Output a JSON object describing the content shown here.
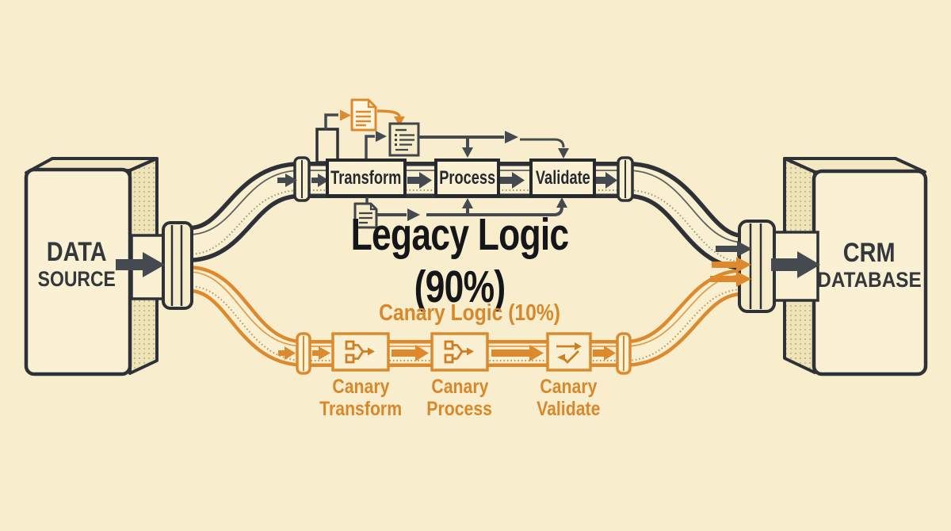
{
  "source_box": {
    "line1": "DATA",
    "line2": "SOURCE"
  },
  "target_box": {
    "line1": "CRM",
    "line2": "DATABASE"
  },
  "legacy_path": {
    "label": "Legacy Logic (90%)",
    "stages": [
      {
        "label": "Transform"
      },
      {
        "label": "Process"
      },
      {
        "label": "Validate"
      }
    ]
  },
  "canary_path": {
    "label": "Canary Logic (10%)",
    "stages": [
      {
        "line1": "Canary",
        "line2": "Transform"
      },
      {
        "line1": "Canary",
        "line2": "Process"
      },
      {
        "line1": "Canary",
        "line2": "Validate"
      }
    ]
  },
  "icons": {
    "documents": [
      "document-icon",
      "document-list-icon",
      "document-small-icon"
    ],
    "canary_stage_icons": [
      "branch-split-icon",
      "branch-split-icon",
      "check-arrows-icon"
    ]
  },
  "colors": {
    "background": "#f8eecd",
    "ink": "#2e3238",
    "arrow_gray": "#454a51",
    "orange": "#dd8a2e",
    "orange_text": "#d8872a",
    "pipe_fill": "#f9f0d2"
  }
}
